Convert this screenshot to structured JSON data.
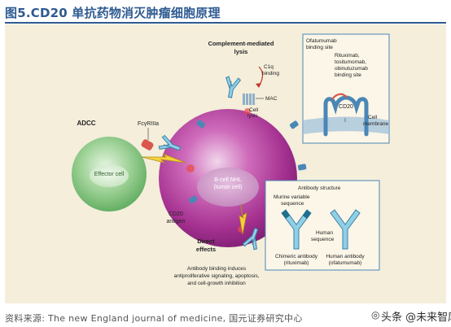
{
  "title": "图5.CD20 单抗药物消灭肿瘤细胞原理",
  "source": "资料来源: The new England journal of medicine, 国元证券研究中心",
  "watermark": "头条 @未来智库",
  "diagram": {
    "complement_label": "Complement-mediated",
    "complement_label2": "lysis",
    "c1q": "C1q",
    "c1q2": "binding",
    "mac": "MAC",
    "cell_lysis": "Cell",
    "cell_lysis2": "lysis",
    "adcc": "ADCC",
    "fcgamma": "FcγRIIIa",
    "effector_cell": "Effector cell",
    "bcell": "B-cell NHL",
    "bcell2": "(tumor cell)",
    "cd20_antigen": "CD20",
    "cd20_antigen2": "antigen",
    "direct_effects": "Direct",
    "direct_effects2": "effects",
    "direct_desc": [
      "Antibody binding induces",
      "antiproliferative signaling, apoptosis,",
      "and cell-growth inhibition"
    ],
    "inset_top": {
      "ofatumumab_site": [
        "Ofatumumab",
        "binding site"
      ],
      "rituximab_site": [
        "Rituximab,",
        "tositumomab,",
        "obinutuzumab",
        "binding site"
      ],
      "cd20": "CD20",
      "cell_membrane": [
        "Cell",
        "membrane"
      ]
    },
    "inset_bottom": {
      "heading": "Antibody structure",
      "murine": [
        "Murine variable",
        "sequence"
      ],
      "human_seq": [
        "Human",
        "sequence"
      ],
      "chimeric": [
        "Chimeric antibody",
        "(rituximab)"
      ],
      "human_ab": [
        "Human antibody",
        "(ofatumumab)"
      ]
    },
    "colors": {
      "accent": "#2e5a91",
      "panel": "#f4eedb",
      "tumor": "#b43c9a",
      "effector": "#6db86d",
      "antibody_light": "#8fd0e6",
      "antibody_dark": "#4a87b6",
      "murine_region": "#1f6f8e",
      "alert": "#d62e2e"
    }
  }
}
